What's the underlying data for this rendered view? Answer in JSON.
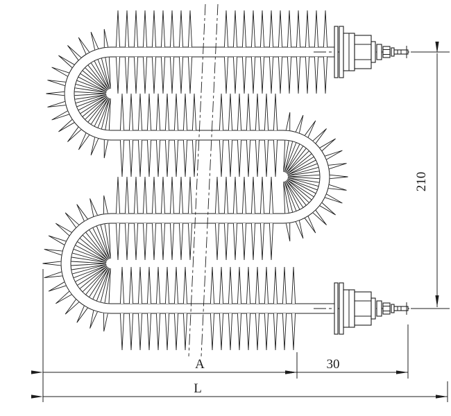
{
  "drawing": {
    "background": "#ffffff",
    "line_color": "#1c1c1c"
  },
  "dimensions": {
    "vertical_span": "210",
    "finned_length_label": "A",
    "cold_end_length": "30",
    "overall_length_label": "L"
  }
}
